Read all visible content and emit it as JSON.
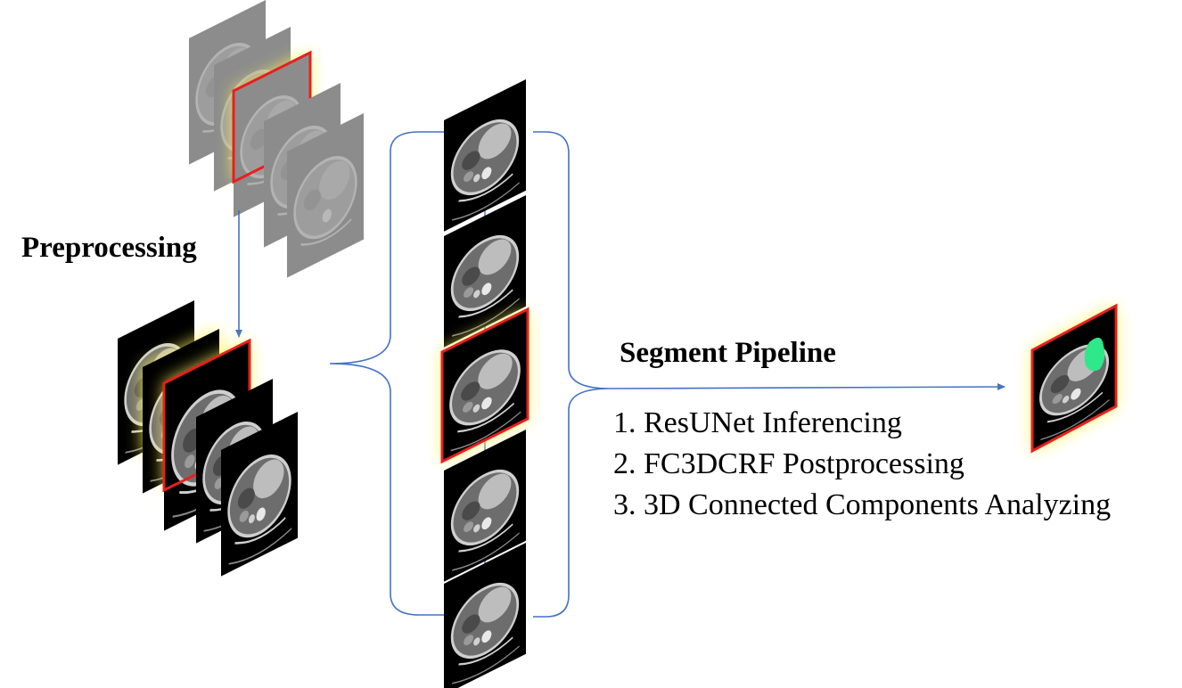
{
  "labels": {
    "preprocessing": "Preprocessing",
    "segment_pipeline": "Segment Pipeline"
  },
  "steps": [
    "1. ResUNet Inferencing",
    "2. FC3DCRF Postprocessing",
    "3. 3D Connected Components Analyzing"
  ],
  "colors": {
    "arrow": "#4472c4",
    "highlight_border": "#e8201c",
    "glow": "#fff35a",
    "raw_slice": "#8c8c8c",
    "processed_slice": "#000000",
    "segmentation_mask": "#2ee88a"
  }
}
